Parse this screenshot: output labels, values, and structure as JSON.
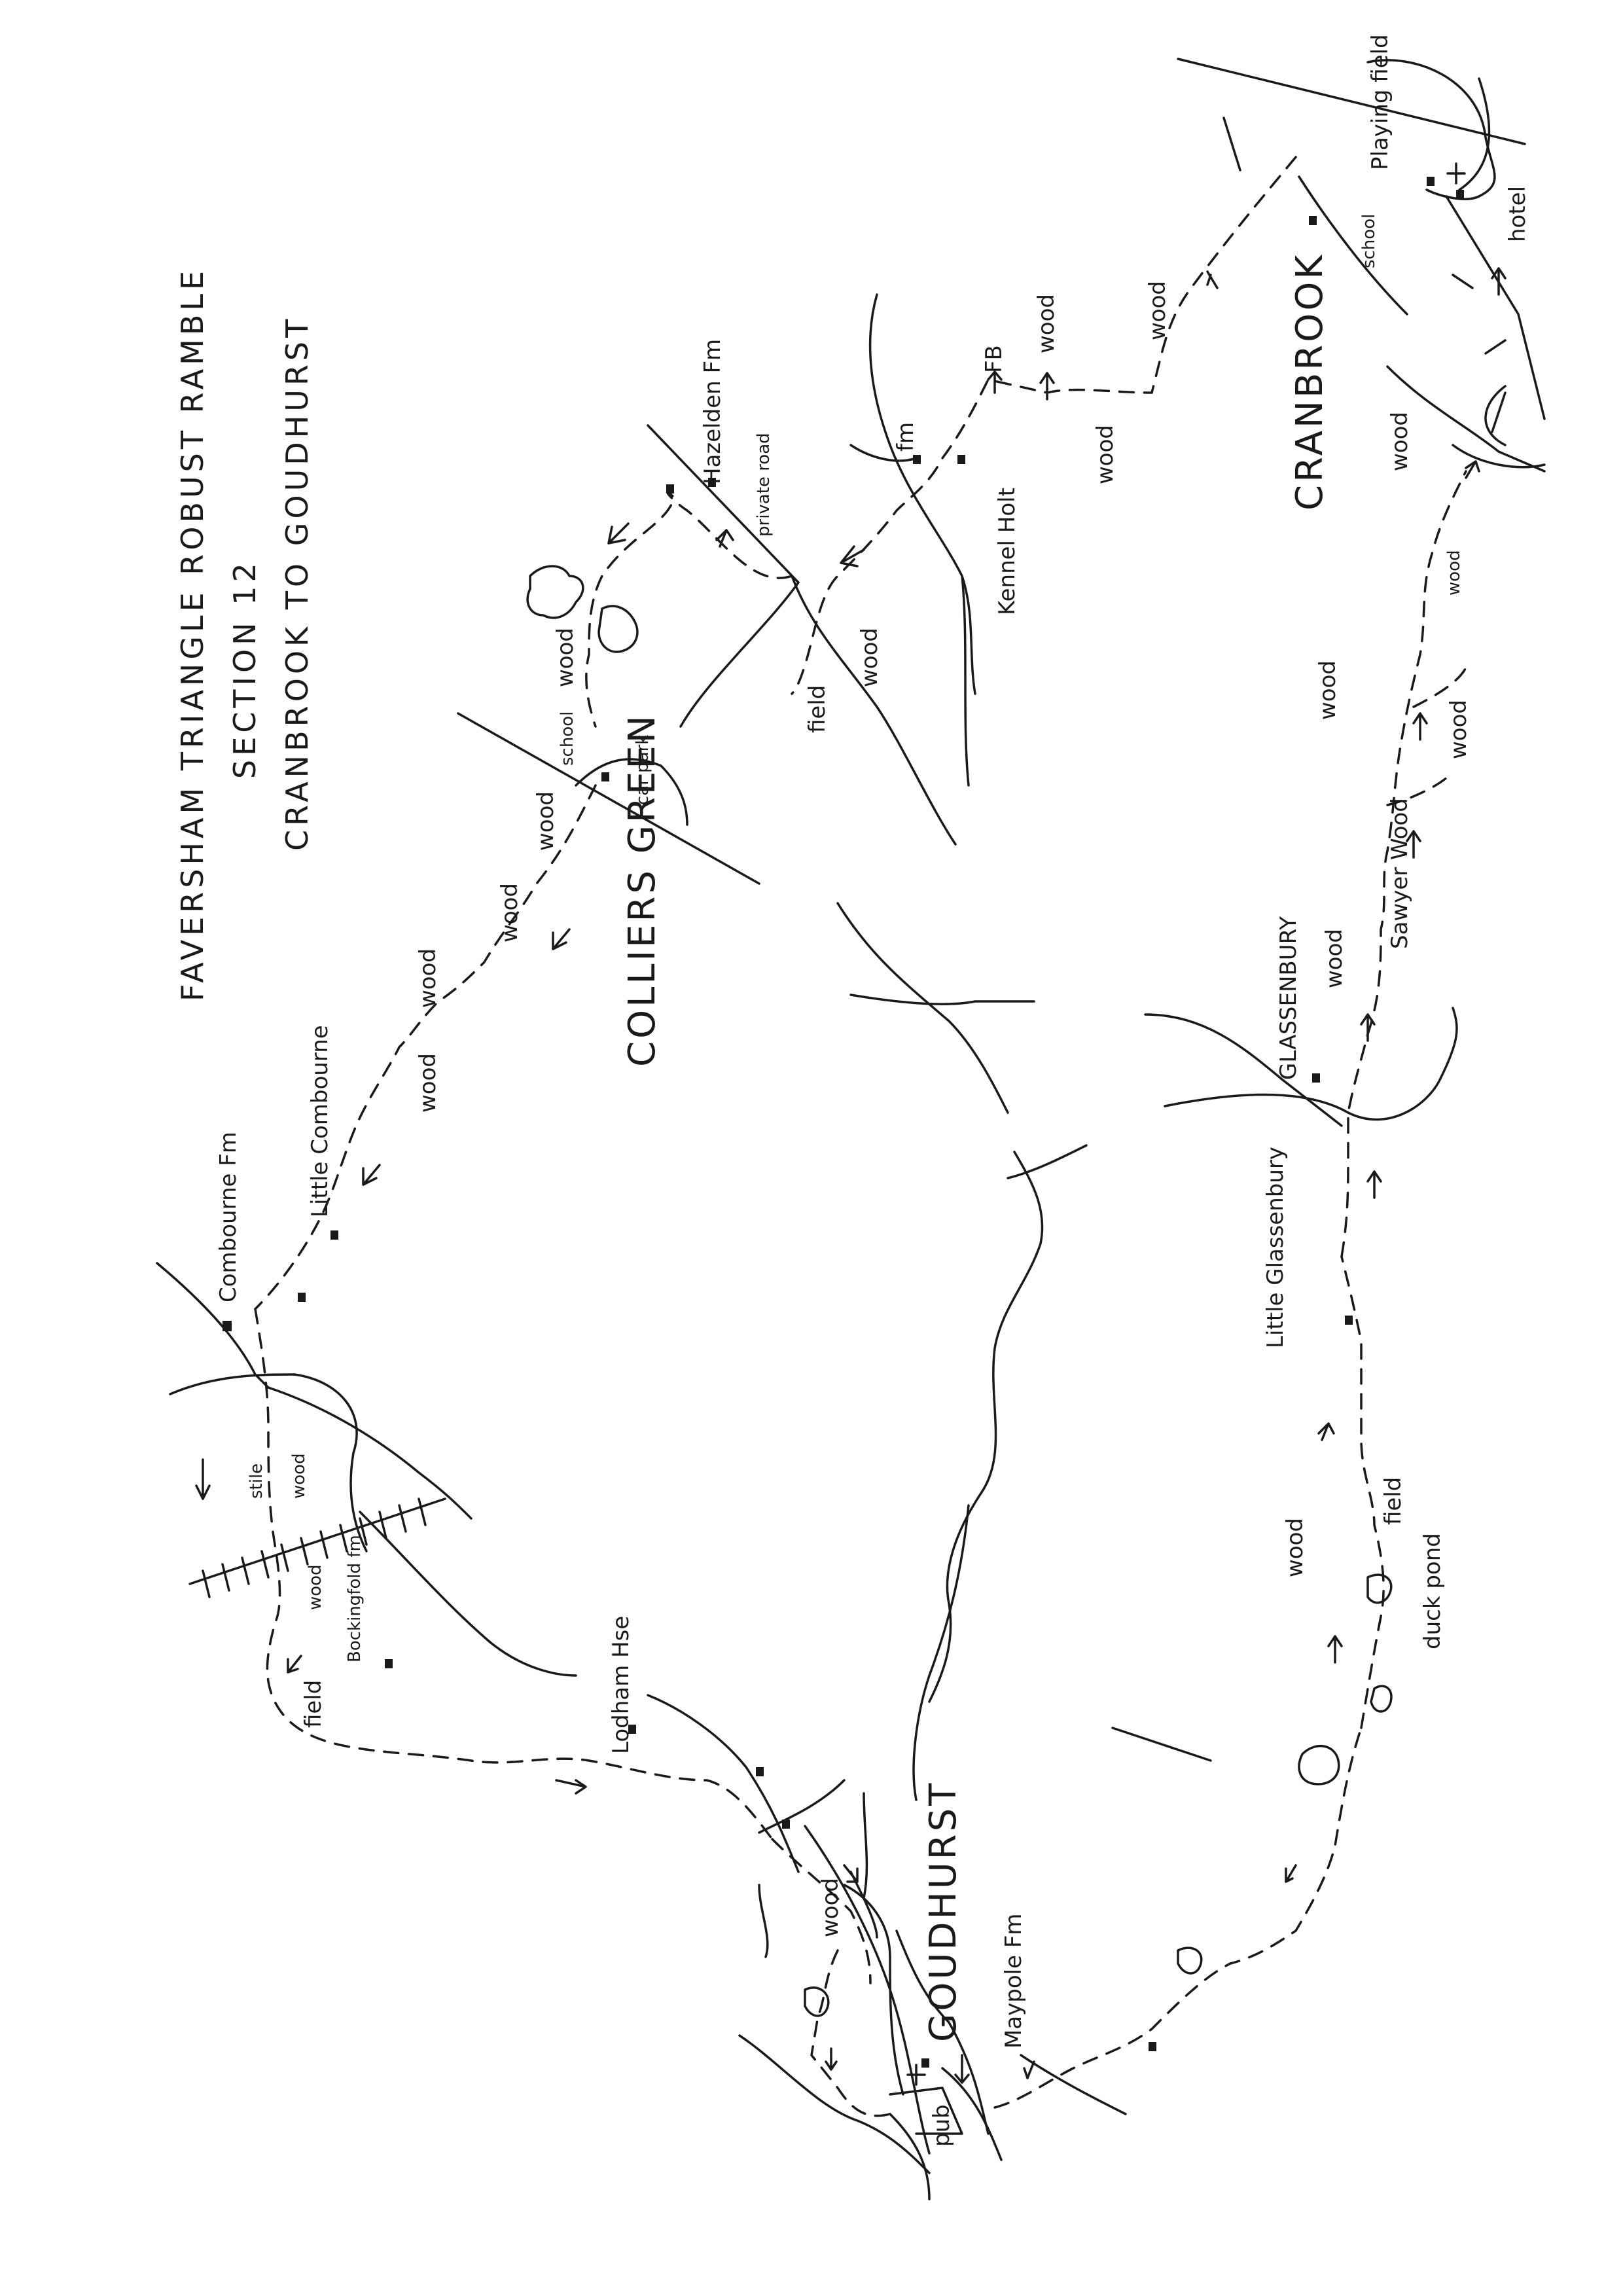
{
  "title": {
    "line1": "FAVERSHAM TRIANGLE ROBUST RAMBLE",
    "line2": "SECTION 12",
    "line3": "CRANBROOK TO GOUDHURST"
  },
  "places": {
    "cranbrook": "CRANBROOK",
    "colliers_green": "COLLIERS GREEN",
    "goudhurst": "GOUDHURST",
    "glassenbury": "GLASSENBURY"
  },
  "labels": {
    "hazelden": "Hazelden Fm",
    "private_road": "private road",
    "fm": "fm",
    "fb": "FB",
    "wood": "wood",
    "kennel_holt": "Kennel Holt",
    "field": "field",
    "school": "school",
    "car_park": "car park",
    "combourne_fm": "Combourne Fm",
    "little_combourne": "Little Combourne",
    "stile": "stile",
    "bockingfold": "Bockingfold fm",
    "lodham": "Lodham Hse",
    "pub": "pub",
    "maypole": "Maypole Fm",
    "little_glassenbury": "Little Glassenbury",
    "duck_pond": "duck pond",
    "sawyer_wood": "Sawyer Wood",
    "playing_field": "Playing field",
    "hotel": "hotel"
  }
}
